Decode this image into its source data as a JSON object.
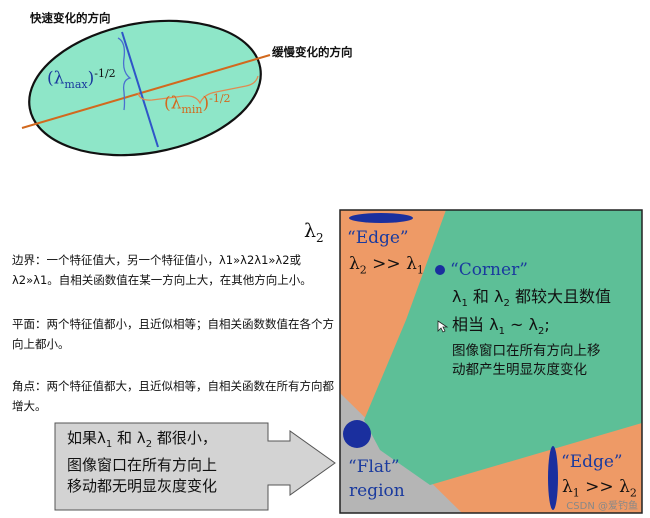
{
  "ellipse_diagram": {
    "fast_direction_label": "快速变化的方向",
    "slow_direction_label": "缓慢变化的方向",
    "lambda_max": {
      "open": "(λ",
      "sub": "max",
      "close": ")",
      "exp": "-1/2"
    },
    "lambda_min": {
      "open": "(λ",
      "sub": "min",
      "close": ")",
      "exp": "-1/2"
    }
  },
  "lambda2_axis": {
    "symbol": "λ",
    "sub": "2"
  },
  "explanations": {
    "edge": "边界：一个特征值大，另一个特征值小，λ1»λ2λ1»λ2或λ2»λ1。自相关函数值在某一方向上大，在其他方向上小。",
    "flat": "平面：两个特征值都小，且近似相等；自相关函数数值在各个方向上都小。",
    "corner": "角点：两个特征值都大，且近似相等，自相关函数在所有方向都增大。"
  },
  "callout": {
    "line1_a": "如果λ",
    "line1_sub1": "1",
    "line1_b": " 和 λ",
    "line1_sub2": "2",
    "line1_c": " 都很小，",
    "line2": "图像窗口在所有方向上",
    "line3": "移动都无明显灰度变化"
  },
  "regions": {
    "edge_top": {
      "title": "“Edge”",
      "rel_a": "λ",
      "rel_sub_a": "2",
      "rel_op": " >> λ",
      "rel_sub_b": "1"
    },
    "corner": {
      "title": "“Corner”",
      "line1_a": "λ",
      "line1_sub1": "1",
      "line1_b": " 和 λ",
      "line1_sub2": "2",
      "line1_c": " 都较大且数值",
      "line2_a": "相当 λ",
      "line2_sub1": "1",
      "line2_b": " ~ λ",
      "line2_sub2": "2",
      "line2_c": ";",
      "line3": "图像窗口在所有方向上移",
      "line4": "动都产生明显灰度变化"
    },
    "flat": {
      "title": "“Flat”",
      "subtitle": "region"
    },
    "edge_bottom": {
      "title": "“Edge”",
      "rel_a": "λ",
      "rel_sub_a": "1",
      "rel_op": " >> λ",
      "rel_sub_b": "2"
    }
  },
  "watermark": "CSDN @爱钓鱼",
  "colors": {
    "ellipse_fill": "#8ee6c8",
    "corner_region": "#5dbf97",
    "edge_region": "#ee9a66",
    "flat_region": "#b5b5b5",
    "callout_fill": "#d3d3d3",
    "blue_text": "#1a3a9e",
    "orange_line": "#d2691e",
    "blue_line": "#2f55c8",
    "marker": "#1a2f9e"
  }
}
